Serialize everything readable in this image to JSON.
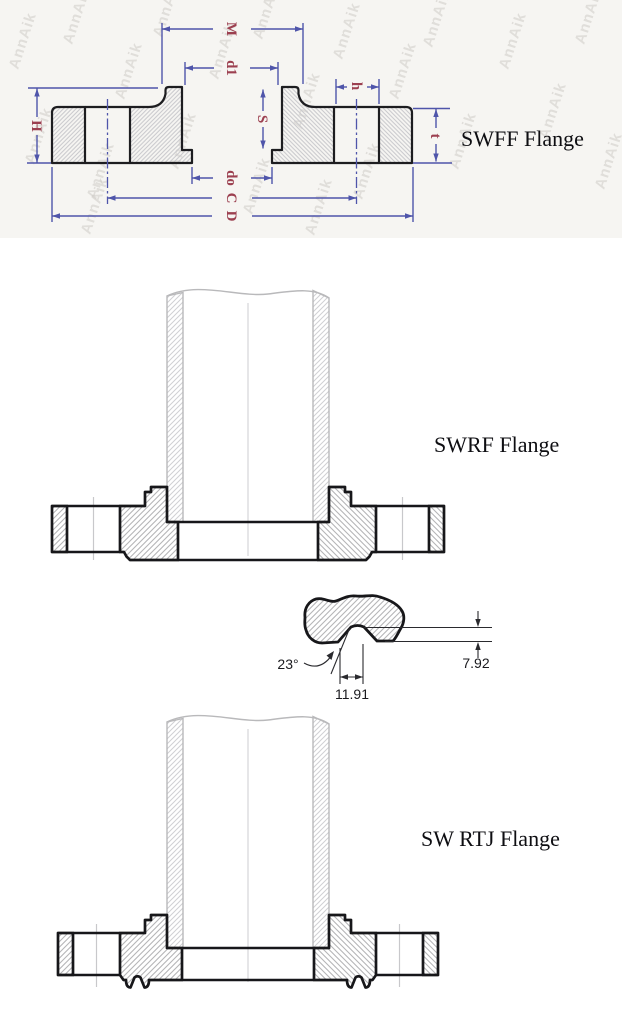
{
  "titles": {
    "swff": "SWFF Flange",
    "swrf": "SWRF Flange",
    "swrtj": "SW RTJ Flange"
  },
  "watermark": {
    "text": "AnnAik"
  },
  "swff_labels": {
    "M": "M",
    "d1": "d1",
    "h": "h",
    "H": "H",
    "S": "S",
    "t": "t",
    "do": "do",
    "C": "C",
    "D": "D"
  },
  "rtj_detail": {
    "angle": "23°",
    "groove_width": "11.91",
    "groove_depth": "7.92"
  },
  "colors": {
    "dimension_line": "#4f55aa",
    "dimension_label": "#9c4050",
    "outline": "#1d1d20",
    "hatch": "#b8b8bb",
    "band_background": "#f6f5f2",
    "watermark": "#cbc8c3"
  }
}
